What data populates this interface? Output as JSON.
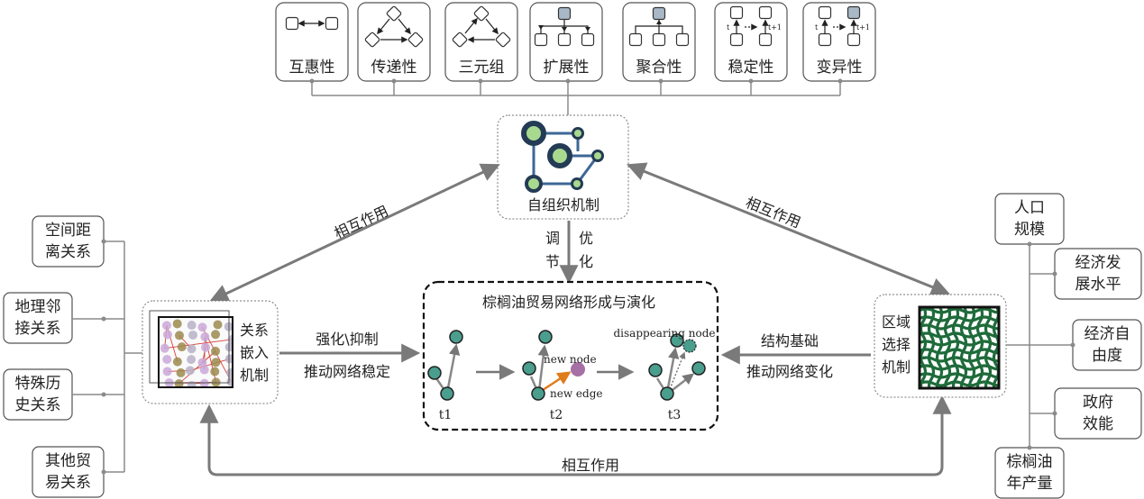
{
  "properties": [
    "互惠性",
    "传递性",
    "三元组",
    "扩展性",
    "聚合性",
    "稳定性",
    "变异性"
  ],
  "t_labels": {
    "t": "t",
    "t1": "t+1"
  },
  "center": {
    "label": "自组织机制"
  },
  "interaction": "相互作用",
  "regulate": [
    "调",
    "节"
  ],
  "optimize": [
    "优",
    "化"
  ],
  "network": {
    "title": "棕榈油贸易网络形成与演化",
    "stages": [
      "t1",
      "t2",
      "t3"
    ],
    "new_node": "new node",
    "new_edge": "new edge",
    "disappearing_node": "disappearing node"
  },
  "left_mechanism": {
    "lines": [
      "关系",
      "嵌入",
      "机制"
    ]
  },
  "right_mechanism": {
    "lines": [
      "区域",
      "选择",
      "机制"
    ]
  },
  "left_arrow": [
    "强化\\抑制",
    "推动网络稳定"
  ],
  "right_arrow": [
    "结构基础",
    "推动网络变化"
  ],
  "left_factors": [
    [
      "空间距",
      "离关系"
    ],
    [
      "地理邻",
      "接关系"
    ],
    [
      "特殊历",
      "史关系"
    ],
    [
      "其他贸",
      "易关系"
    ]
  ],
  "right_factors": [
    [
      "人口",
      "规模"
    ],
    [
      "经济发",
      "展水平"
    ],
    [
      "经济自",
      "由度"
    ],
    [
      "政府",
      "效能"
    ],
    [
      "棕榈油",
      "年产量"
    ]
  ],
  "colors": {
    "node": "#4a9e8e",
    "new_node": "#a66fa6",
    "new_edge": "#e07b1a",
    "hub": "#233b55",
    "hub_fill": "#a9d98f",
    "link": "#3d6796",
    "connector": "#7a7a7a",
    "icon_fill": "#a9b8c6"
  }
}
